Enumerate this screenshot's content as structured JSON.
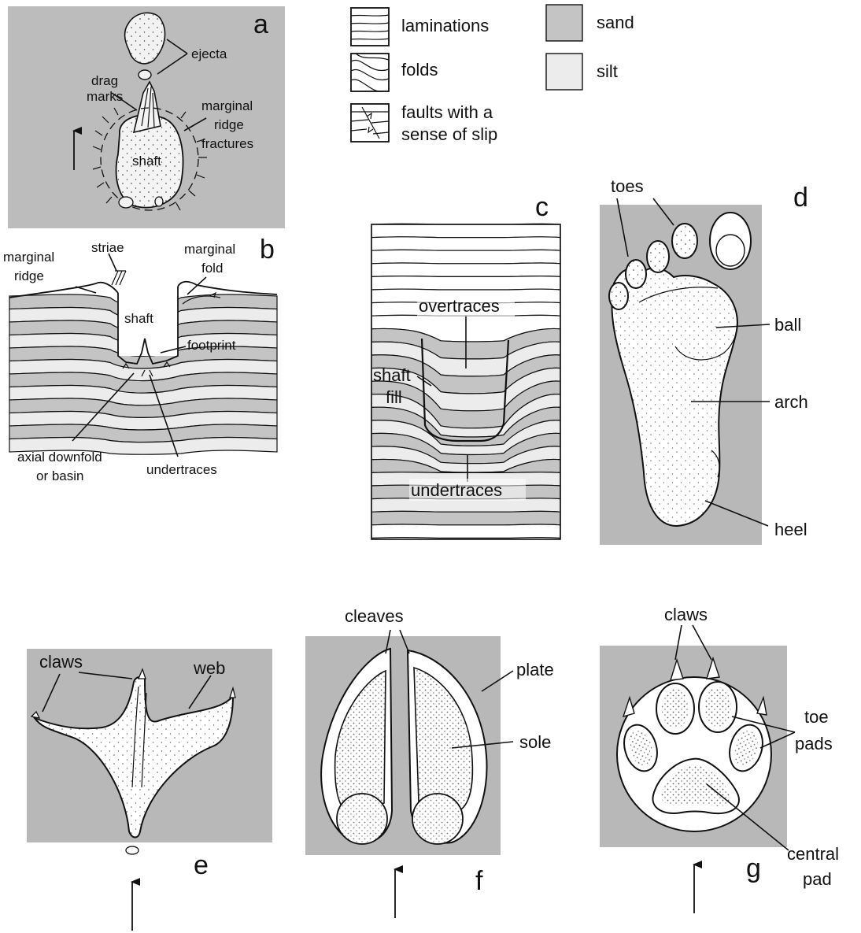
{
  "legend": {
    "laminations": "laminations",
    "folds": "folds",
    "faults_line1": "faults with a",
    "faults_line2": "sense of slip",
    "sand": "sand",
    "silt": "silt"
  },
  "panel_a": {
    "letter": "a",
    "ejecta": "ejecta",
    "drag_line1": "drag",
    "drag_line2": "marks",
    "marginal_line1": "marginal",
    "marginal_line2": "ridge",
    "marginal_line3": "fractures",
    "shaft": "shaft"
  },
  "panel_b": {
    "letter": "b",
    "striae": "striae",
    "marginal_ridge_1": "marginal",
    "marginal_ridge_2": "ridge",
    "marginal_fold_1": "marginal",
    "marginal_fold_2": "fold",
    "shaft": "shaft",
    "footprint": "footprint",
    "axial_1": "axial downfold",
    "axial_2": "or basin",
    "undertraces": "undertraces"
  },
  "panel_c": {
    "letter": "c",
    "overtraces": "overtraces",
    "shaft": "shaft",
    "fill": "fill",
    "undertraces": "undertraces"
  },
  "panel_d": {
    "letter": "d",
    "toes": "toes",
    "ball": "ball",
    "arch": "arch",
    "heel": "heel"
  },
  "panel_e": {
    "letter": "e",
    "claws": "claws",
    "web": "web"
  },
  "panel_f": {
    "letter": "f",
    "cleaves": "cleaves",
    "plate": "plate",
    "sole": "sole"
  },
  "panel_g": {
    "letter": "g",
    "claws": "claws",
    "toe_1": "toe",
    "toe_2": "pads",
    "central_1": "central",
    "central_2": "pad"
  },
  "colors": {
    "sand": "#c4c4c4",
    "silt": "#ececec",
    "background": "#b8b8b8"
  }
}
